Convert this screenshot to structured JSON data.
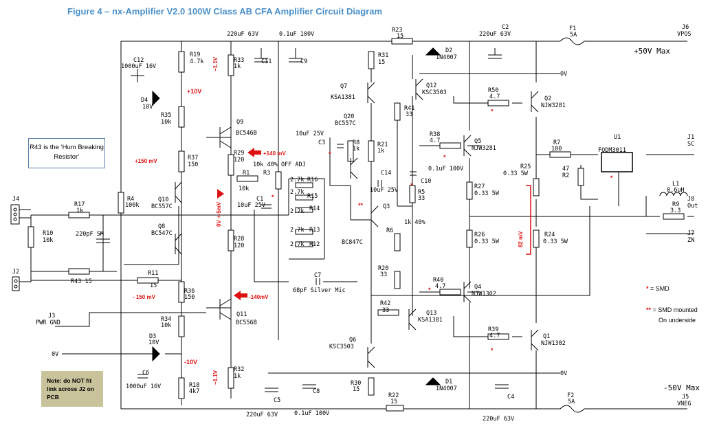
{
  "title": "Figure 4 – nx-Amplifier V2.0  100W Class AB CFA Amplifier Circuit Diagram",
  "hum_note": "R43 is the ‘Hum Breaking Resistor’",
  "link_note": "Note: do NOT fit link across J2 on PCB",
  "rails": {
    "pos": "+50V Max",
    "neg": "-50V Max",
    "pos10": "+10V",
    "neg10": "-10V",
    "zero_a": "0V",
    "zero_b": "0V",
    "zero_c": "0V"
  },
  "connectors": {
    "J6": [
      "J6",
      "VPOS"
    ],
    "J5": [
      "J5",
      "VNEG"
    ],
    "J1": [
      "J1",
      "SC"
    ],
    "J8": [
      "J8",
      "Out"
    ],
    "J7": [
      "J7",
      "ZN"
    ],
    "J4": "J4",
    "J2": "J2",
    "J3": [
      "J3",
      "PWR GND"
    ]
  },
  "resistors": {
    "R17": [
      "R17",
      "1k"
    ],
    "R10": [
      "R10",
      "10k"
    ],
    "R43": "R43 15",
    "R11": [
      "R11",
      "15"
    ],
    "R4": [
      "R4",
      "100k"
    ],
    "R19": [
      "R19",
      "4.7k"
    ],
    "R35": [
      "R35",
      "10k"
    ],
    "R37": [
      "R37",
      "150"
    ],
    "R36": [
      "R36",
      "150"
    ],
    "R34": [
      "R34",
      "10k"
    ],
    "R18": [
      "R18",
      "4k7"
    ],
    "R33": [
      "R33",
      "1k"
    ],
    "R29": [
      "R29",
      "120"
    ],
    "R28": [
      "R28",
      "120"
    ],
    "R32": [
      "R32",
      "1k"
    ],
    "R1": [
      "R1",
      "10k"
    ],
    "R3": [
      "R3",
      "10k 40% OFF ADJ"
    ],
    "R16": [
      "2.7k",
      "R16"
    ],
    "R15": [
      "2.7k",
      "R15"
    ],
    "R14": [
      "2.7k",
      "R14"
    ],
    "R13": [
      "2.7k",
      "R13"
    ],
    "R12": [
      "2.7k",
      "R12"
    ],
    "R8": [
      "R8",
      "1k"
    ],
    "R21": [
      "R21",
      "1k"
    ],
    "R23": [
      "R23",
      "15"
    ],
    "R31": [
      "R31",
      "15"
    ],
    "R41": [
      "R41",
      "33"
    ],
    "R38": [
      "R38",
      "4.7"
    ],
    "R5": [
      "R5",
      "33"
    ],
    "R6": [
      "R6",
      "1k 40%"
    ],
    "R20": [
      "R20",
      "33"
    ],
    "R42": [
      "R42",
      "33"
    ],
    "R30": [
      "R30",
      "15"
    ],
    "R22": [
      "R22",
      "15"
    ],
    "R50": [
      "R50",
      "4.7"
    ],
    "R27": [
      "R27",
      "0.33 5W"
    ],
    "R26": [
      "R26",
      "0.33 5W"
    ],
    "R40": [
      "R40",
      "4.7"
    ],
    "R39": [
      "R39",
      "4.7"
    ],
    "R25": [
      "R25",
      "0.33 5W"
    ],
    "R24": [
      "R24",
      "0.33 5W"
    ],
    "R7": [
      "R7",
      "100"
    ],
    "R2": [
      "47",
      "R2"
    ],
    "R9": [
      "R9",
      "3.3"
    ]
  },
  "capacitors": {
    "C12": [
      "C12",
      "1000uF 16V"
    ],
    "C13": "220pF SM",
    "C6": [
      "C6",
      "1000uF 16V"
    ],
    "C11": [
      "C11",
      "220uF 63V"
    ],
    "C9": [
      "C9",
      "0.1uF 100V"
    ],
    "C1": [
      "C1",
      "10uF 25V"
    ],
    "C7": [
      "C7",
      "68pF Silver Mic"
    ],
    "C3": [
      "10uF 25V",
      "C3"
    ],
    "C14": [
      "C14",
      "10uF 25V"
    ],
    "C10": [
      "C10",
      "0.1uF 100V"
    ],
    "C2": [
      "C2",
      "220uF 63V"
    ],
    "C5": [
      "C5",
      "220uF 63V"
    ],
    "C8": [
      "C8",
      "0.1uF 100V"
    ],
    "C4": [
      "C4",
      "220uF 63V"
    ]
  },
  "semis": {
    "D4": [
      "D4",
      "10V"
    ],
    "D3": [
      "D3",
      "10V"
    ],
    "D2": [
      "D2",
      "1N4007"
    ],
    "D1": [
      "D1",
      "1N4007"
    ],
    "Q9": [
      "Q9",
      "BC546B"
    ],
    "Q10": [
      "Q10",
      "BC557C"
    ],
    "Q8": [
      "Q8",
      "BC547C"
    ],
    "Q11": [
      "Q11",
      "BC556B"
    ],
    "Q7": [
      "Q7",
      "KSA1381"
    ],
    "Q20": [
      "Q20",
      "BC557C"
    ],
    "Q3": [
      "Q3",
      "BC847C"
    ],
    "Q12": [
      "Q12",
      "KSC3503"
    ],
    "Q6": [
      "Q6",
      "KSC3503"
    ],
    "Q13": [
      "Q13",
      "KSA1381"
    ],
    "Q5": [
      "Q5",
      "NJW3281"
    ],
    "Q4": [
      "Q4",
      "NJW1302"
    ],
    "Q2": [
      "Q2",
      "NJW3281"
    ],
    "Q1": [
      "Q1",
      "NJW1302"
    ],
    "U1": [
      "U1",
      "FODM3011"
    ],
    "L1": [
      "L1",
      "0.6uH"
    ],
    "F1": [
      "F1",
      "5A"
    ],
    "F2": [
      "F2",
      "5A"
    ]
  },
  "annotations": {
    "v1": "~1.1V",
    "v2": "~1.1V",
    "p150": "+150 mV",
    "m150": "- 150 mV",
    "p140": "+140 mV",
    "m140": "-140mV",
    "zero5": "0V +-5mV",
    "mv82": "82 mV",
    "smd": "* = SMD",
    "smd_under": [
      "** = SMD mounted",
      "On underside"
    ]
  },
  "colors": {
    "accent": "#d11111",
    "title": "#4a90c8",
    "note_bg": "#c9c39b"
  }
}
